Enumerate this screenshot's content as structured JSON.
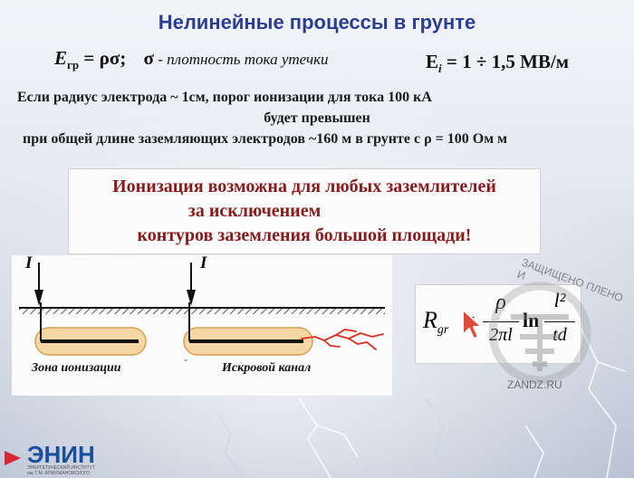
{
  "slide": {
    "title": "Нелинейные процессы в грунте"
  },
  "formula1": {
    "lhs": "E",
    "sub": "гр",
    "rhs": " = ρσ;",
    "sigma": "σ",
    "desc": " - плотность тока утечки"
  },
  "formula2": {
    "lhs": "E",
    "sub": "i",
    "rhs": " = 1 ÷ 1,5 МВ/м"
  },
  "text": {
    "line1": "Если радиус электрода ~ 1см, порог ионизации для тока 100 кА",
    "line2": "будет превышен",
    "line3": "при общей длине заземляющих электродов  ~160 м в грунте с ρ = 100 Ом м"
  },
  "callout": {
    "line1": "Ионизация возможна для любых заземлителей",
    "line2": "за исключением",
    "line3": "контуров заземления большой площади!"
  },
  "diagram": {
    "current_label": "I",
    "zone_label": "Зона ионизации",
    "channel_label": "Искровой канал"
  },
  "formula3": {
    "R": "R",
    "sub": "gr",
    "eq": "=",
    "num": "ρ",
    "den": "2πl",
    "ln": "ln",
    "lnum": "l²",
    "lden": "td"
  },
  "watermark": {
    "text": "ЗАЩИЩЕНО ПЛЕНО И",
    "domain": "ZANDZ.RU"
  },
  "logo": {
    "name": "ЭНИН",
    "sub1": "ЭНЕРГЕТИЧЕСКИЙ ИНСТИТУТ",
    "sub2": "им. Г.М. КРЖИЖАНОВСКОГО"
  },
  "colors": {
    "title": "#2c3e92",
    "callout": "#8b1a1a",
    "electrode": "#f4d7a4",
    "electrode_border": "#d4a050",
    "spark": "#d83020"
  }
}
